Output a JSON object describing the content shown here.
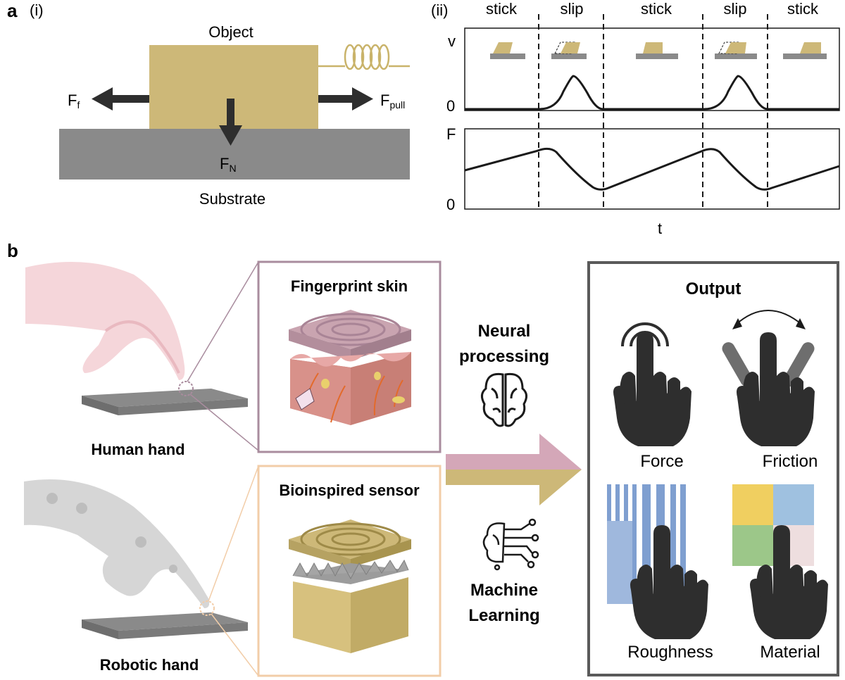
{
  "panel_a": {
    "label": "a",
    "sub_i": "(i)",
    "object": "Object",
    "substrate": "Substrate",
    "ff_main": "F",
    "ff_sub": "f",
    "fn_main": "F",
    "fn_sub": "N",
    "fpull_main": "F",
    "fpull_sub": "pull",
    "sub_ii": "(ii)",
    "phases": [
      "stick",
      "slip",
      "stick",
      "slip",
      "stick"
    ],
    "v_axis": "v",
    "v_zero": "0",
    "f_axis": "F",
    "f_zero": "0",
    "t_axis": "t"
  },
  "panel_b": {
    "label": "b",
    "fingerprint_title": "Fingerprint skin",
    "human_hand": "Human hand",
    "bioinspired_title": "Bioinspired sensor",
    "robotic_hand": "Robotic hand",
    "neural_line1": "Neural",
    "neural_line2": "processing",
    "ml_line1": "Machine",
    "ml_line2": "Learning",
    "output_title": "Output",
    "outputs": [
      "Force",
      "Friction",
      "Roughness",
      "Material"
    ]
  },
  "colors": {
    "gold": "#CDB878",
    "gray": "#8A8A8A",
    "dark": "#2E2E2E",
    "pink_frame": "#A98C9E",
    "peach_frame": "#F2CDA8",
    "arrow_pink": "#D4A7B8",
    "arrow_gold": "#CDB878"
  },
  "icons": [
    "spring-icon",
    "brain-icon",
    "circuit-brain-icon",
    "hand-pointer-icon",
    "arc-arrow-icon"
  ]
}
